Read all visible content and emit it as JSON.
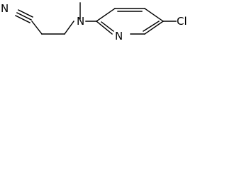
{
  "molecule": {
    "atoms": {
      "nitrile_n": "N",
      "amine_n": "N",
      "ring_n": "N",
      "chlorine": "Cl"
    }
  }
}
